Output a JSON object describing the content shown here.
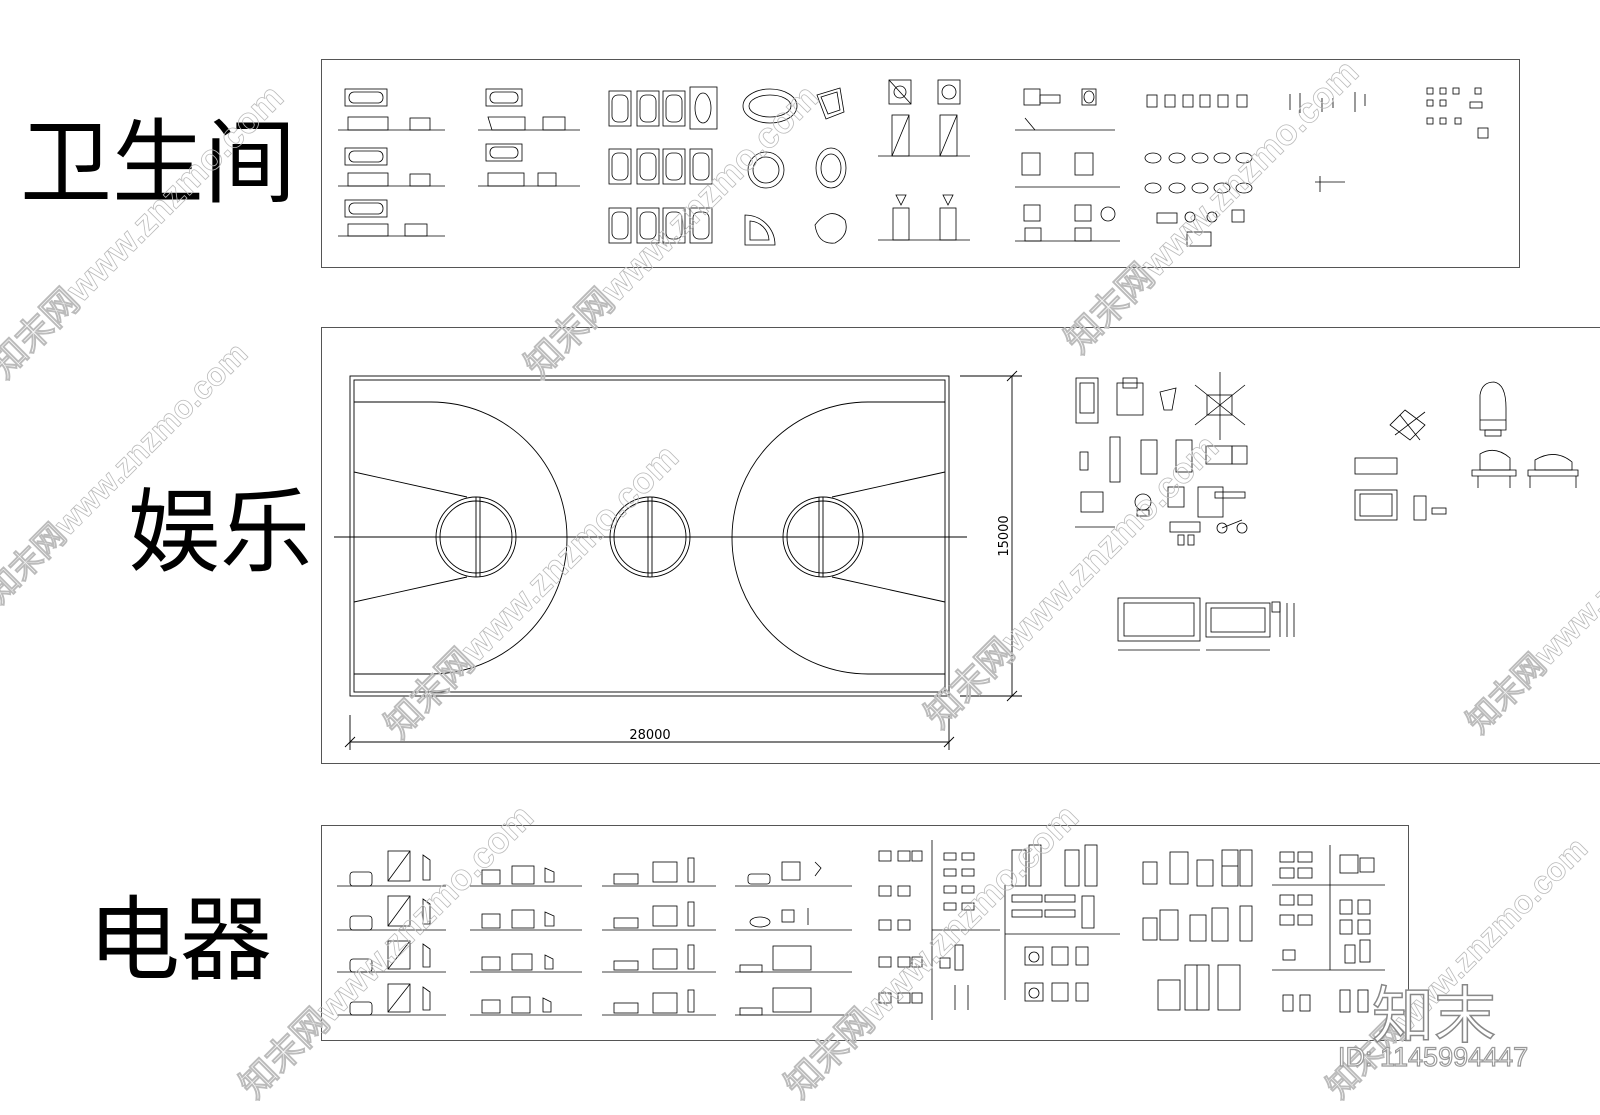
{
  "sections": {
    "bathroom": {
      "label": "卫生间"
    },
    "entertainment": {
      "label": "娱乐"
    },
    "appliances": {
      "label": "电器"
    }
  },
  "court": {
    "width_dimension": "28000",
    "height_dimension": "15000"
  },
  "watermark": {
    "site_text": "知末网www.znzmo.com",
    "logo": "知末",
    "id": "ID: 1145994447"
  },
  "colors": {
    "line": "#000000",
    "panel_border": "#555555",
    "watermark": "#bbbbbb"
  }
}
